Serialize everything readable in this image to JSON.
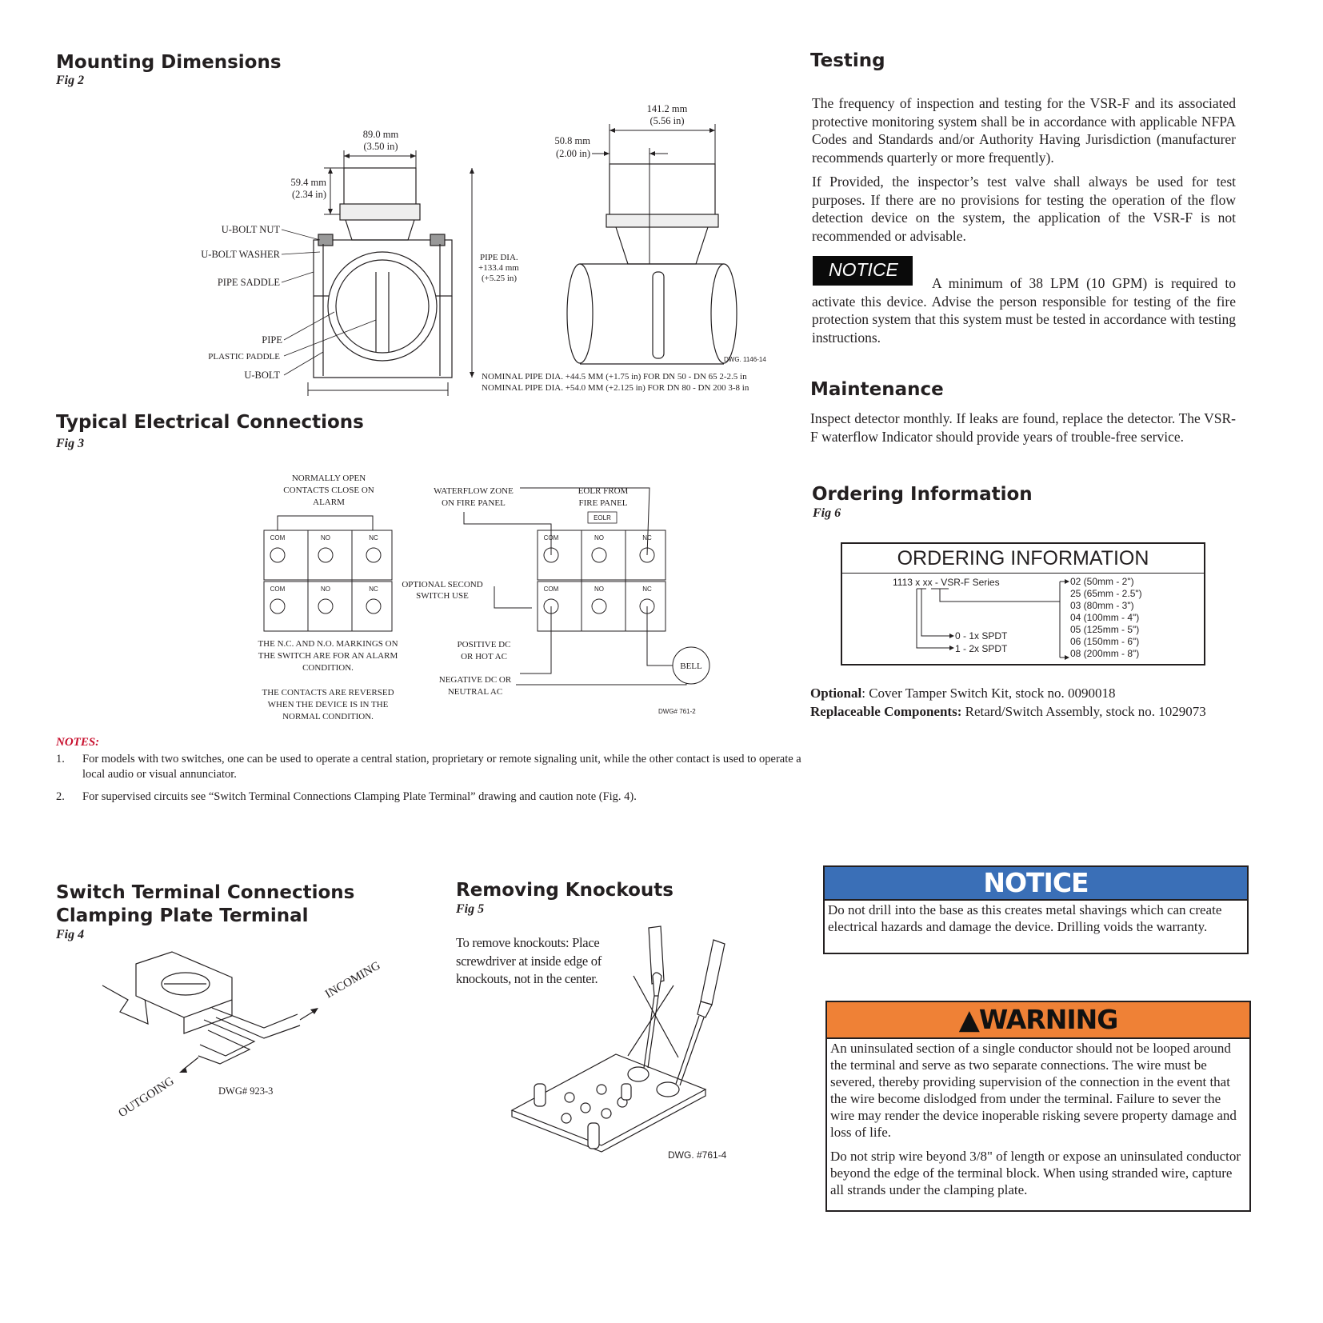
{
  "mounting": {
    "heading": "Mounting Dimensions",
    "fig": "Fig 2",
    "dim_width": [
      "89.0 mm",
      "(3.50 in)"
    ],
    "dim_height": [
      "59.4 mm",
      "(2.34 in)"
    ],
    "dim_side_width": [
      "141.2 mm",
      "(5.56 in)"
    ],
    "dim_offset": [
      "50.8 mm",
      "(2.00 in)"
    ],
    "pipe_dia": [
      "PIPE DIA.",
      "+133.4 mm",
      "(+5.25 in)"
    ],
    "labels": [
      "U-BOLT NUT",
      "U-BOLT WASHER",
      "PIPE SADDLE",
      "PIPE",
      "PLASTIC PADDLE",
      "U-BOLT"
    ],
    "dwg": "DWG. 1146-14",
    "nominal_1": "NOMINAL PIPE DIA. +44.5 MM (+1.75 in) FOR DN 50 - DN 65 2-2.5 in",
    "nominal_2": "NOMINAL PIPE DIA. +54.0 MM (+2.125 in) FOR DN 80 - DN 200 3-8 in"
  },
  "electrical": {
    "heading": "Typical Electrical Connections",
    "fig": "Fig 3",
    "no_close": [
      "NORMALLY OPEN",
      "CONTACTS CLOSE ON",
      "ALARM"
    ],
    "waterflow": [
      "WATERFLOW ZONE",
      "ON FIRE PANEL"
    ],
    "eolr_from": [
      "EOLR FROM",
      "FIRE PANEL"
    ],
    "eolr": "EOLR",
    "terminals": [
      "COM",
      "NO",
      "NC"
    ],
    "optional_second": [
      "OPTIONAL SECOND",
      "SWITCH USE"
    ],
    "nc_no_markings": [
      "THE N.C. AND N.O. MARKINGS ON",
      "THE SWITCH ARE FOR AN ALARM",
      "CONDITION."
    ],
    "contacts_reversed": [
      "THE CONTACTS ARE REVERSED",
      "WHEN THE DEVICE IS IN THE",
      "NORMAL CONDITION."
    ],
    "positive": [
      "POSITIVE DC",
      "OR HOT AC"
    ],
    "negative": [
      "NEGATIVE DC OR",
      "NEUTRAL AC"
    ],
    "bell": "BELL",
    "dwg": "DWG# 761-2"
  },
  "notes": {
    "title": "NOTES:",
    "items": [
      {
        "num": "1.",
        "text": "For models with two switches, one can be used to operate a central station, proprietary or remote signaling unit, while the other contact is used to operate a local audio or visual annunciator."
      },
      {
        "num": "2.",
        "text": "For supervised circuits see “Switch Terminal Connections Clamping Plate Terminal” drawing and caution note (Fig. 4)."
      }
    ]
  },
  "testing": {
    "heading": "Testing",
    "p1": "The frequency of inspection and testing for the VSR-F and its associated protective monitoring system shall be in accordance with applicable NFPA Codes and Standards and/or Authority Having Jurisdiction (manufacturer recommends quarterly or more frequently).",
    "p2": "If Provided, the inspector’s test valve shall always be used for test purposes. If there are no provisions for testing the operation of the flow detection device on the system, the application of the VSR-F is not recommended or advisable.",
    "notice_label": "NOTICE",
    "notice_text": "A minimum of 38 LPM (10 GPM) is required to activate this device. Advise the person responsible for testing of the fire protection system that this system must be tested in accordance with testing instructions."
  },
  "maintenance": {
    "heading": "Maintenance",
    "text": "Inspect detector monthly. If leaks are found, replace the detector. The VSR-F waterflow Indicator should provide years of trouble-free service."
  },
  "ordering": {
    "heading": "Ordering Information",
    "fig": "Fig 6",
    "box_title": "ORDERING INFORMATION",
    "series": "1113 x xx - VSR-F Series",
    "switch_options": [
      "0 - 1x SPDT",
      "1 - 2x SPDT"
    ],
    "sizes": [
      "02 (50mm - 2\")",
      "25 (65mm - 2.5\")",
      "03 (80mm - 3\")",
      "04 (100mm - 4\")",
      "05 (125mm - 5\")",
      "06 (150mm - 6\")",
      "08 (200mm - 8\")"
    ],
    "optional_label": "Optional",
    "optional_text": ":  Cover Tamper Switch Kit, stock no. 0090018",
    "replaceable_label": "Replaceable Components:",
    "replaceable_text": " Retard/Switch Assembly, stock no. 1029073"
  },
  "switch_terminal": {
    "heading_1": "Switch Terminal Connections",
    "heading_2": "Clamping Plate Terminal",
    "fig": "Fig 4",
    "incoming": "INCOMING",
    "outgoing": "OUTGOING",
    "dwg": "DWG#  923-3"
  },
  "knockouts": {
    "heading": "Removing Knockouts",
    "fig": "Fig 5",
    "text": "To remove knockouts: Place screwdriver at inside edge of knockouts, not in the center.",
    "dwg": "DWG. #761-4"
  },
  "notice_box": {
    "title": "NOTICE",
    "text": "Do not drill into the base as this creates metal shavings which can create electrical hazards and damage the device. Drilling voids the warranty."
  },
  "warning_box": {
    "title": "WARNING",
    "p1": "An uninsulated section of a single conductor should not be looped around the terminal and serve as two separate connections.  The wire must be severed, thereby providing supervision of the connection in the event that the wire become dislodged from under the terminal.  Failure to sever the wire may render the device inoperable risking severe property damage and loss of life.",
    "p2": "Do not strip wire beyond 3/8\" of length or expose an uninsulated conductor beyond the edge of the terminal block. When using stranded wire, capture all strands under the clamping plate."
  }
}
